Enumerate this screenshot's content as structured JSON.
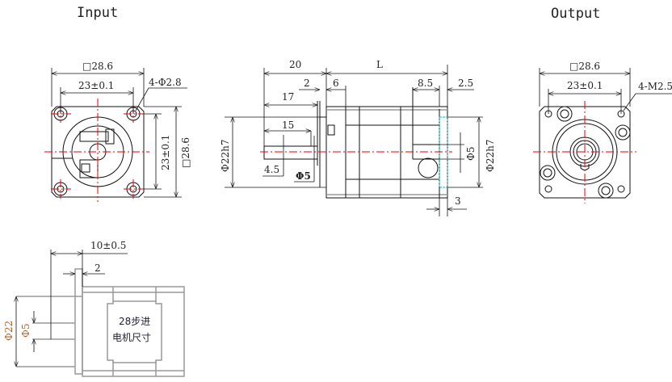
{
  "titles": {
    "input": "Input",
    "output": "Output"
  },
  "input_view": {
    "square": "□28.6",
    "pitch": "23±0.1",
    "holes": "4-Φ2.8",
    "pitch_v": "23±0.1",
    "square_v": "□28.6"
  },
  "side_view": {
    "d20": "20",
    "L": "L",
    "d2": "2",
    "d6": "6",
    "d17": "17",
    "d15": "15",
    "d4_5": "4.5",
    "shaft": "Φ5",
    "d8_5": "8.5",
    "d2_5": "2.5",
    "out_shaft": "Φ5",
    "pilot_in": "Φ22h7",
    "pilot_out": "Φ22h7",
    "d3": "3"
  },
  "output_view": {
    "square": "□28.6",
    "pitch": "23±0.1",
    "holes": "4-M2.5"
  },
  "motor_view": {
    "d10": "10±0.5",
    "d2": "2",
    "d22": "Φ22",
    "d5": "Φ5",
    "note_line1": "28步进",
    "note_line2": "电机尺寸"
  }
}
